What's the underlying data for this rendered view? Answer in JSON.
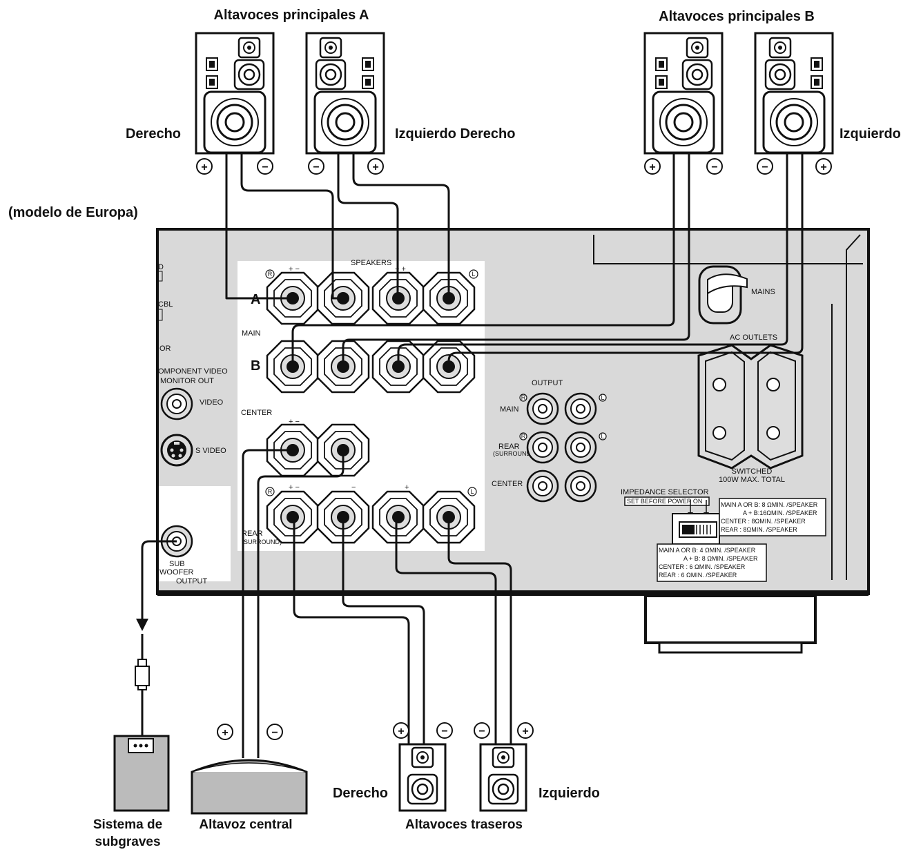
{
  "captions": {
    "main_a": "Altavoces principales A",
    "main_b": "Altavoces principales B",
    "derecho_a": "Derecho",
    "izq_der_mid": "Izquierdo Derecho",
    "izquierdo_b": "Izquierdo",
    "model": "(modelo de Europa)",
    "sub_line1": "Sistema de",
    "sub_line2": "subgraves",
    "center_speaker": "Altavoz central",
    "rear_derecho": "Derecho",
    "rear_izquierdo": "Izquierdo",
    "rear_speakers": "Altavoces traseros"
  },
  "terminals": {
    "plus": "+",
    "minus": "−",
    "plus_minus": "+ −",
    "minus_plus": "− +",
    "right": "R",
    "left": "L"
  },
  "panel": {
    "speakers": "SPEAKERS",
    "a": "A",
    "b": "B",
    "main": "MAIN",
    "center": "CENTER",
    "rear": "REAR",
    "surround": "(SURROUND)",
    "component_video": "OMPONENT VIDEO",
    "monitor_out": "MONITOR OUT",
    "video": "VIDEO",
    "s_video": "S VIDEO",
    "cbl": "CBL",
    "tor": "OR",
    "sub": "SUB",
    "woofer": "WOOFER",
    "output_sw": "OUTPUT",
    "output": "OUTPUT",
    "out_main": "MAIN",
    "out_rear": "REAR",
    "out_center": "CENTER",
    "mains": "MAINS",
    "ac_outlets": "AC OUTLETS",
    "switched": "SWITCHED",
    "max_total": "100W MAX. TOTAL",
    "impedance_selector": "IMPEDANCE SELECTOR",
    "set_before": "SET BEFORE POWER ON",
    "imp_upper": [
      "MAIN A OR B: 8 ΩMIN. /SPEAKER",
      "A + B:16ΩMIN. /SPEAKER",
      "CENTER      : 8ΩMIN. /SPEAKER",
      "REAR        : 8ΩMIN. /SPEAKER"
    ],
    "imp_lower": [
      "MAIN A OR B: 4 ΩMIN. /SPEAKER",
      "A + B: 8 ΩMIN. /SPEAKER",
      "CENTER      : 6 ΩMIN. /SPEAKER",
      "REAR        : 6 ΩMIN. /SPEAKER"
    ]
  }
}
